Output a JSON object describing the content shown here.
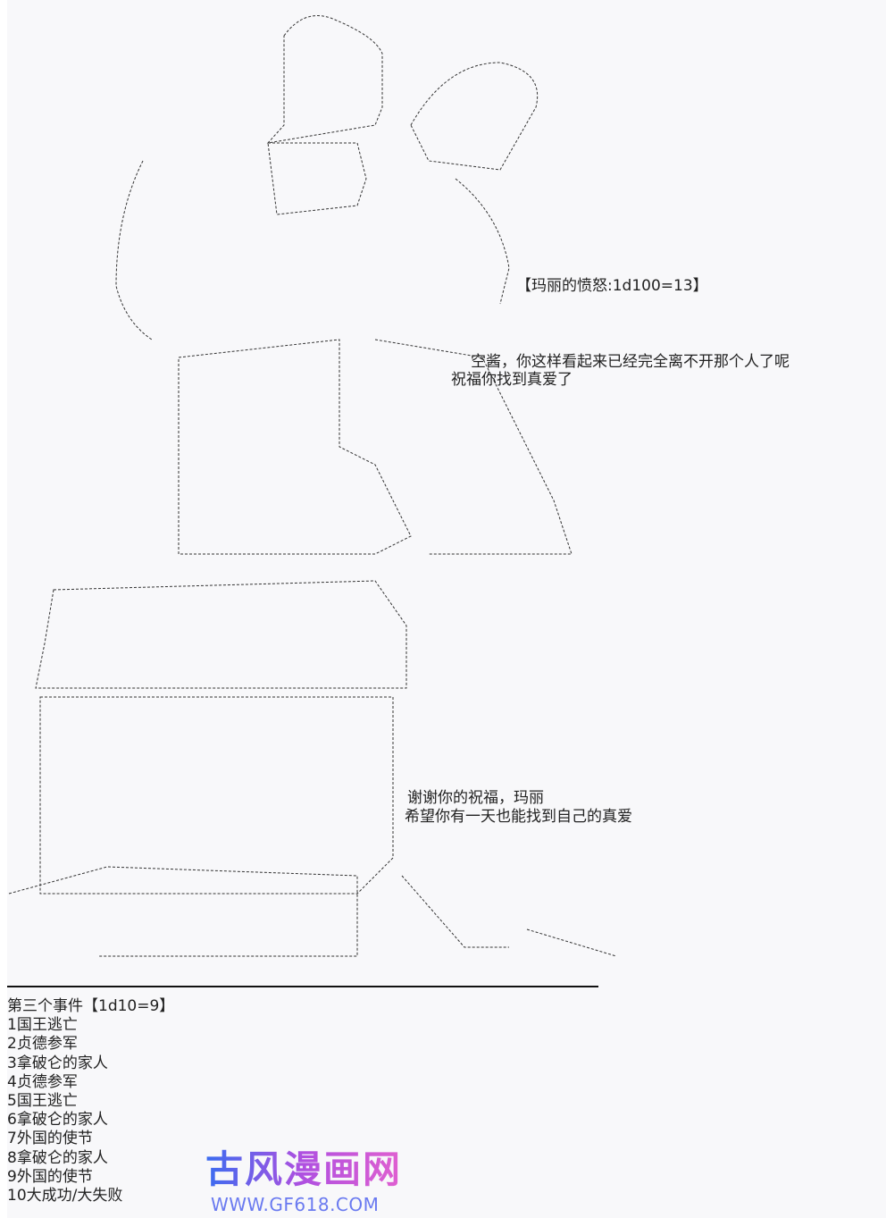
{
  "scene1": {
    "roll_label": "【玛丽的愤怒:1d100=13】",
    "dialogue": [
      "空酱，你这样看起来已经完全离不开那个人了呢",
      "祝福你找到真爱了"
    ]
  },
  "scene2": {
    "dialogue": [
      "谢谢你的祝福，玛丽",
      "希望你有一天也能找到自己的真爱"
    ]
  },
  "event_list": {
    "title": "第三个事件【1d10=9】",
    "items": [
      "1国王逃亡",
      "2贞德参军",
      "3拿破仑的家人",
      "4贞德参军",
      "5国王逃亡",
      "6拿破仑的家人",
      "7外国的使节",
      "8拿破仑的家人",
      "9外国的使节",
      "10大成功/大失败"
    ]
  },
  "watermark": {
    "name": "古风漫画网",
    "url": "WWW.GF618.COM"
  }
}
